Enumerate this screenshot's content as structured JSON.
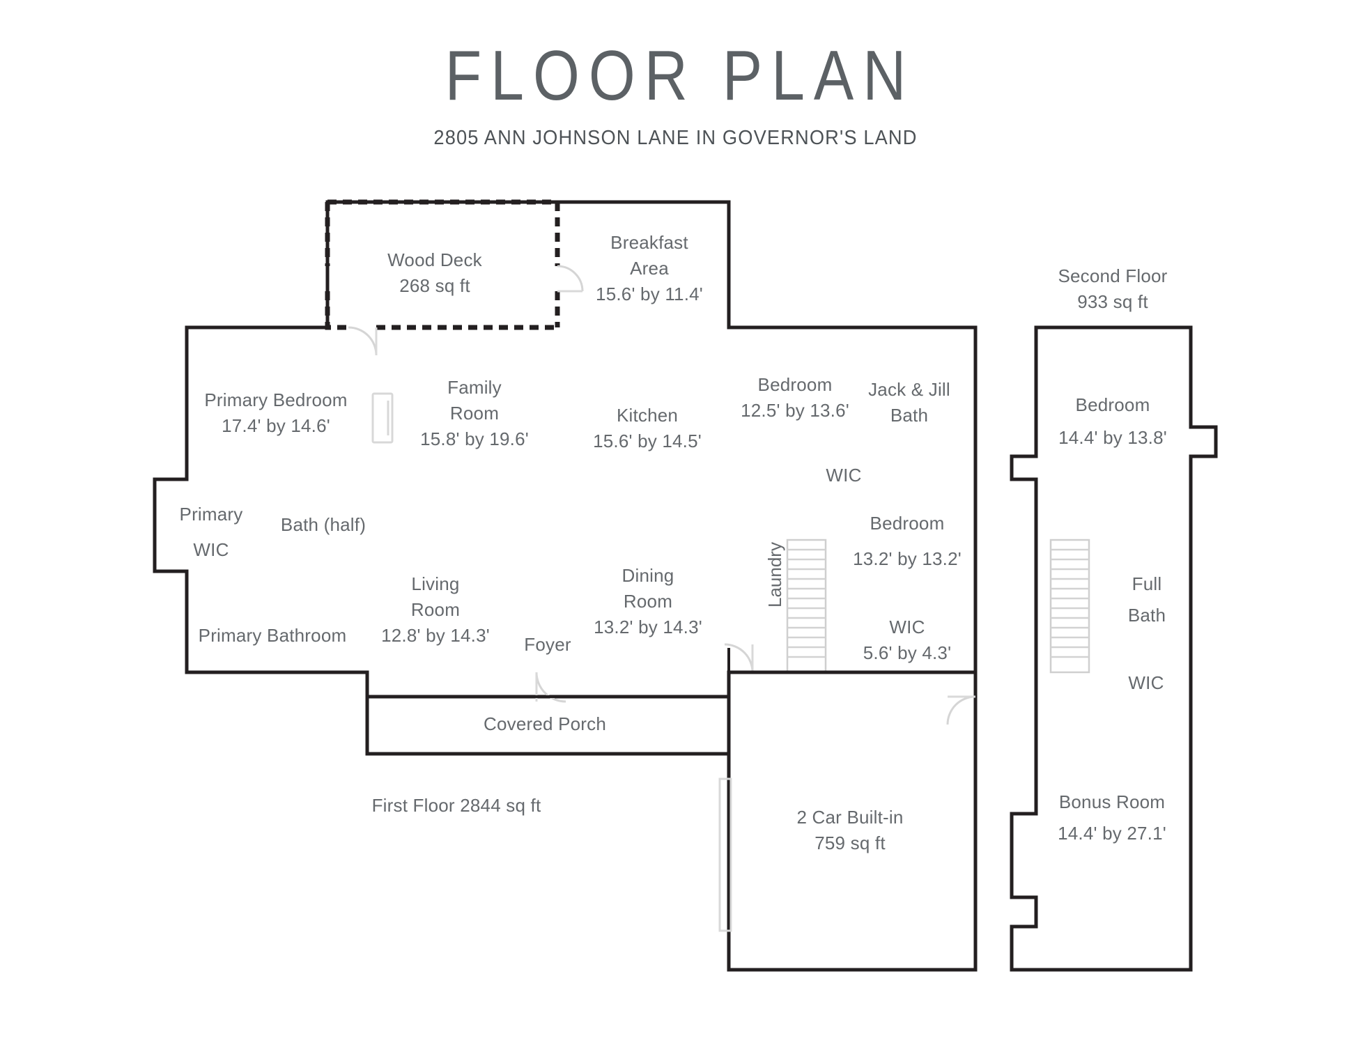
{
  "header": {
    "title": "FLOOR PLAN",
    "subtitle": "2805 ANN JOHNSON LANE IN GOVERNOR'S LAND"
  },
  "floors": {
    "first": {
      "area_label": "First Floor 2844 sq ft"
    },
    "second": {
      "name": "Second Floor",
      "area": "933 sq ft"
    }
  },
  "rooms": {
    "wood_deck": {
      "name": "Wood Deck",
      "dim": "268 sq ft"
    },
    "breakfast_area": {
      "name": "Breakfast",
      "name2": "Area",
      "dim": "15.6' by 11.4'"
    },
    "primary_bedroom": {
      "name": "Primary Bedroom",
      "dim": "17.4' by 14.6'"
    },
    "family_room": {
      "name": "Family",
      "name2": "Room",
      "dim": "15.8' by 19.6'"
    },
    "kitchen": {
      "name": "Kitchen",
      "dim": "15.6' by 14.5'"
    },
    "bedroom_1": {
      "name": "Bedroom",
      "dim": "12.5' by 13.6'"
    },
    "jack_and_jill_bath": {
      "name": "Jack & Jill",
      "name2": "Bath"
    },
    "wic_jack_jill": {
      "name": "WIC"
    },
    "primary_wic": {
      "name": "Primary",
      "name2": "WIC"
    },
    "bath_half": {
      "name": "Bath (half)"
    },
    "bedroom_2": {
      "name": "Bedroom",
      "dim": "13.2' by 13.2'"
    },
    "living_room": {
      "name": "Living",
      "name2": "Room",
      "dim": "12.8' by 14.3'"
    },
    "dining_room": {
      "name": "Dining",
      "name2": "Room",
      "dim": "13.2' by 14.3'"
    },
    "laundry": {
      "name": "Laundry"
    },
    "wic_bedroom2": {
      "name": "WIC",
      "dim": "5.6' by 4.3'"
    },
    "primary_bathroom": {
      "name": "Primary Bathroom"
    },
    "foyer": {
      "name": "Foyer"
    },
    "covered_porch": {
      "name": "Covered Porch"
    },
    "garage": {
      "name": "2 Car Built-in",
      "dim": "759 sq ft"
    },
    "second_bedroom": {
      "name": "Bedroom",
      "dim": "14.4' by 13.8'"
    },
    "full_bath": {
      "name": "Full",
      "name2": "Bath"
    },
    "wic_second": {
      "name": "WIC"
    },
    "bonus_room": {
      "name": "Bonus Room",
      "dim": "14.4' by 27.1'"
    }
  },
  "colors": {
    "wall": "#231f20",
    "text": "#65696d",
    "title": "#5c6165",
    "fixture": "#d8d8d8",
    "background": "#ffffff"
  }
}
